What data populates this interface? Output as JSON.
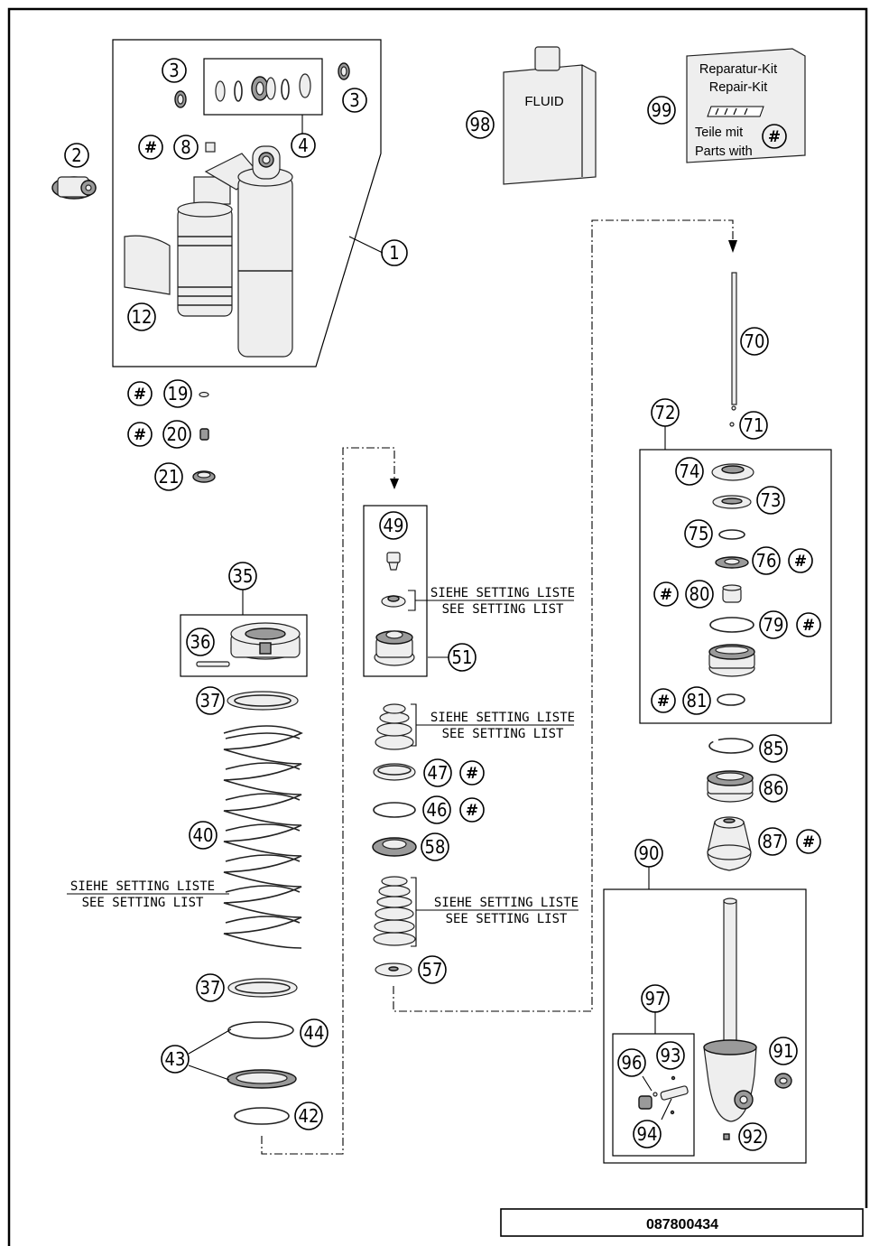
{
  "document_number": "087800434",
  "fluid_label": "FLUID",
  "repair_kit": {
    "line1": "Reparatur-Kit",
    "line2": "Repair-Kit",
    "line3": "Teile mit",
    "line4": "Parts with"
  },
  "hash_symbol": "#",
  "setting_note": {
    "de": "SIEHE SETTING LISTE",
    "en": "SEE SETTING LIST"
  },
  "callouts": {
    "c1": "1",
    "c2": "2",
    "c3a": "3",
    "c3b": "3",
    "c4": "4",
    "c8": "8",
    "c12": "12",
    "c19": "19",
    "c20": "20",
    "c21": "21",
    "c35": "35",
    "c36": "36",
    "c37a": "37",
    "c37b": "37",
    "c40": "40",
    "c42": "42",
    "c43": "43",
    "c44": "44",
    "c46": "46",
    "c47": "47",
    "c49": "49",
    "c51": "51",
    "c57": "57",
    "c58": "58",
    "c70": "70",
    "c71": "71",
    "c72": "72",
    "c73": "73",
    "c74": "74",
    "c75": "75",
    "c76": "76",
    "c79": "79",
    "c80": "80",
    "c81": "81",
    "c85": "85",
    "c86": "86",
    "c87": "87",
    "c90": "90",
    "c91": "91",
    "c92": "92",
    "c93": "93",
    "c94": "94",
    "c96": "96",
    "c97": "97",
    "c98": "98",
    "c99": "99"
  }
}
